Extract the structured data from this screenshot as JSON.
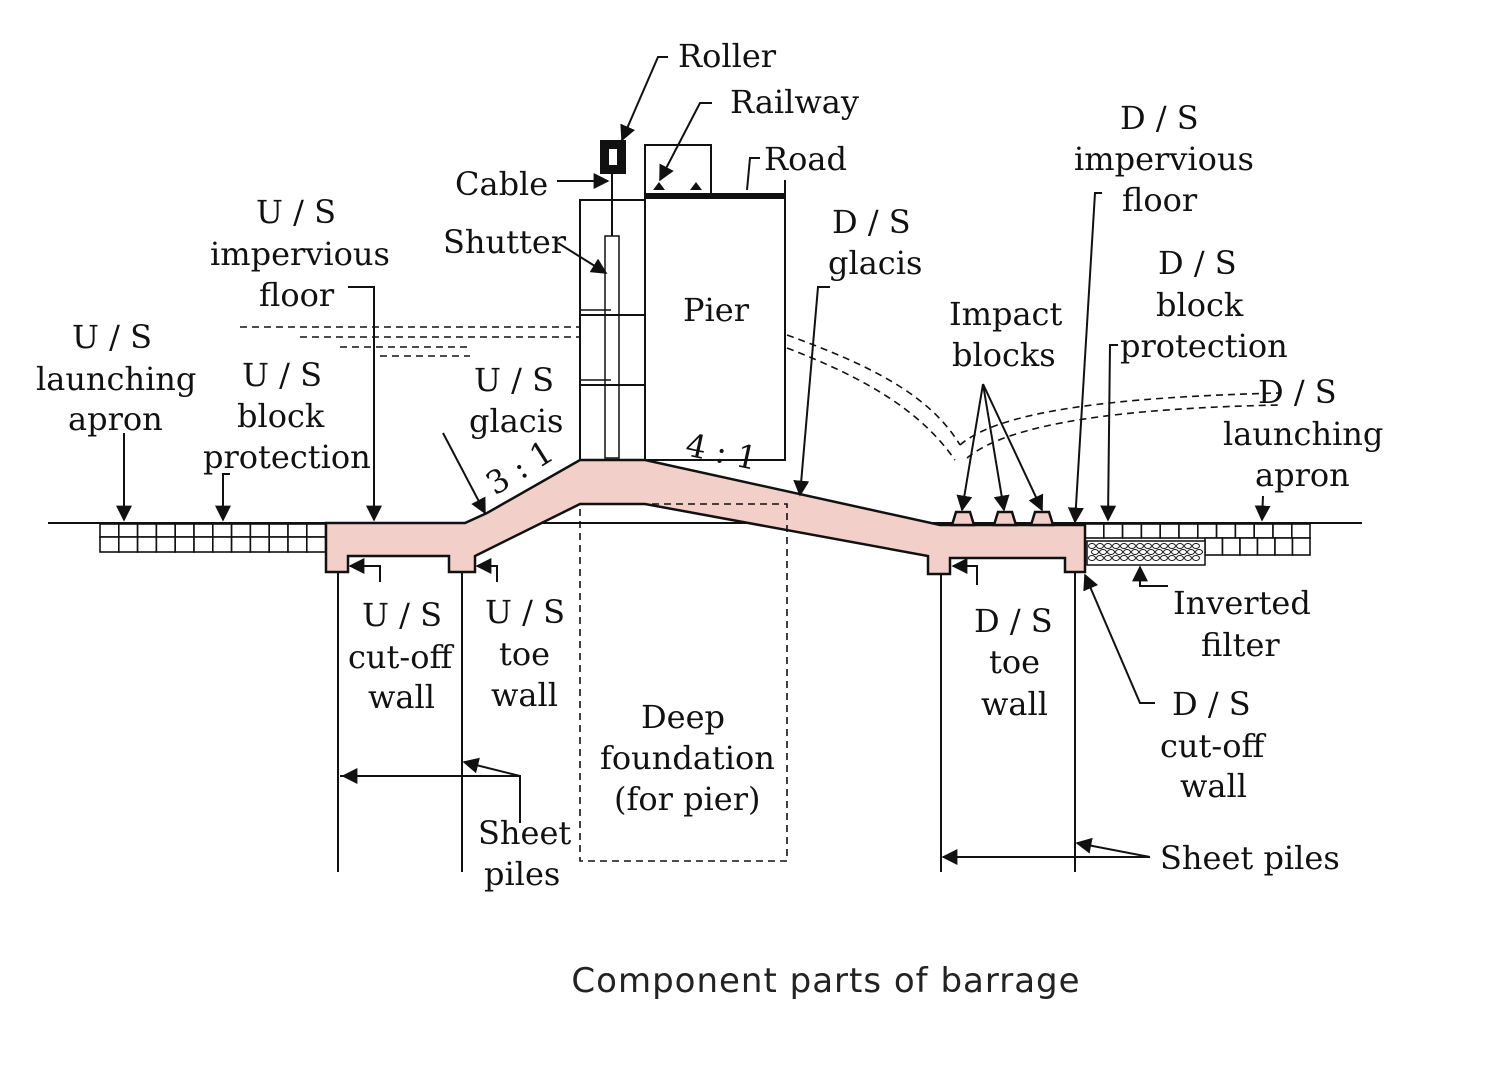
{
  "caption": "Component parts of barrage",
  "labels": {
    "roller": "Roller",
    "railway": "Railway",
    "road": "Road",
    "cable": "Cable",
    "shutter": "Shutter",
    "pier": "Pier",
    "us": "U / S",
    "ds": "D / S",
    "impervious": "impervious",
    "floor": "floor",
    "launching": "launching",
    "apron": "apron",
    "block": "block",
    "protection": "protection",
    "glacis": "glacis",
    "cutoff": "cut-off",
    "wall": "wall",
    "toe": "toe",
    "impact": "Impact",
    "blocks": "blocks",
    "inverted": "Inverted",
    "filter": "filter",
    "deep": "Deep",
    "foundation": "foundation",
    "for_pier": "(for pier)",
    "sheet": "Sheet",
    "piles": "piles",
    "sheet_piles": "Sheet piles",
    "slope_us": "3 : 1",
    "slope_ds": "4 : 1"
  },
  "colors": {
    "concrete": "#f2cfc9",
    "ink": "#111111"
  }
}
